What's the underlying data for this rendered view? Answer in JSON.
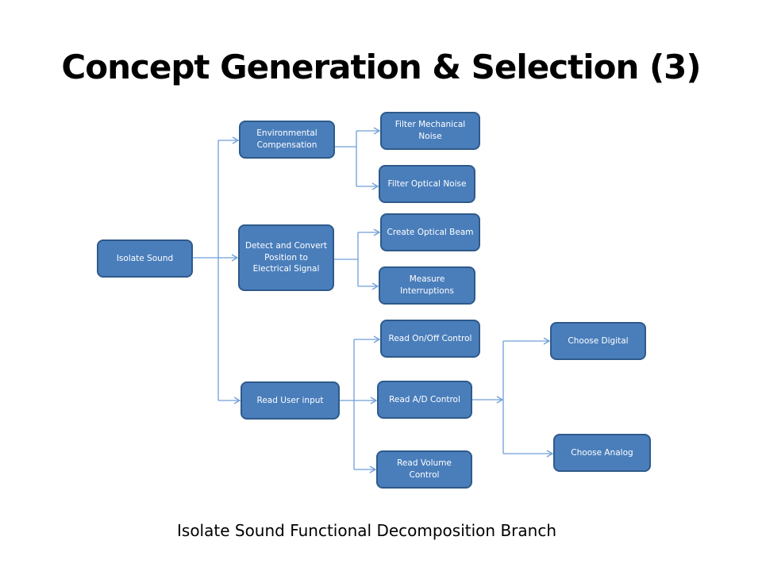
{
  "title": "Concept Generation & Selection (3)",
  "caption": "Isolate Sound Functional Decomposition Branch",
  "colors": {
    "node_fill": "#4a7ebb",
    "node_border": "#2f5a8a",
    "connector": "#6f9fd8",
    "text": "#ffffff"
  },
  "nodes": {
    "isolate_sound": "Isolate Sound",
    "environmental_compensation": "Environmental Compensation",
    "detect_convert": "Detect and Convert Position to Electrical Signal",
    "read_user_input": "Read User input",
    "filter_mechanical_noise": "Filter Mechanical Noise",
    "filter_optical_noise": "Filter Optical Noise",
    "create_optical_beam": "Create Optical Beam",
    "measure_interruptions": "Measure Interruptions",
    "read_onoff_control": "Read On/Off Control",
    "read_ad_control": "Read A/D Control",
    "read_volume_control": "Read Volume Control",
    "choose_digital": "Choose Digital",
    "choose_analog": "Choose Analog"
  },
  "edges": [
    [
      "isolate_sound",
      "environmental_compensation"
    ],
    [
      "isolate_sound",
      "detect_convert"
    ],
    [
      "isolate_sound",
      "read_user_input"
    ],
    [
      "environmental_compensation",
      "filter_mechanical_noise"
    ],
    [
      "environmental_compensation",
      "filter_optical_noise"
    ],
    [
      "detect_convert",
      "create_optical_beam"
    ],
    [
      "detect_convert",
      "measure_interruptions"
    ],
    [
      "read_user_input",
      "read_onoff_control"
    ],
    [
      "read_user_input",
      "read_ad_control"
    ],
    [
      "read_user_input",
      "read_volume_control"
    ],
    [
      "read_ad_control",
      "choose_digital"
    ],
    [
      "read_ad_control",
      "choose_analog"
    ]
  ]
}
